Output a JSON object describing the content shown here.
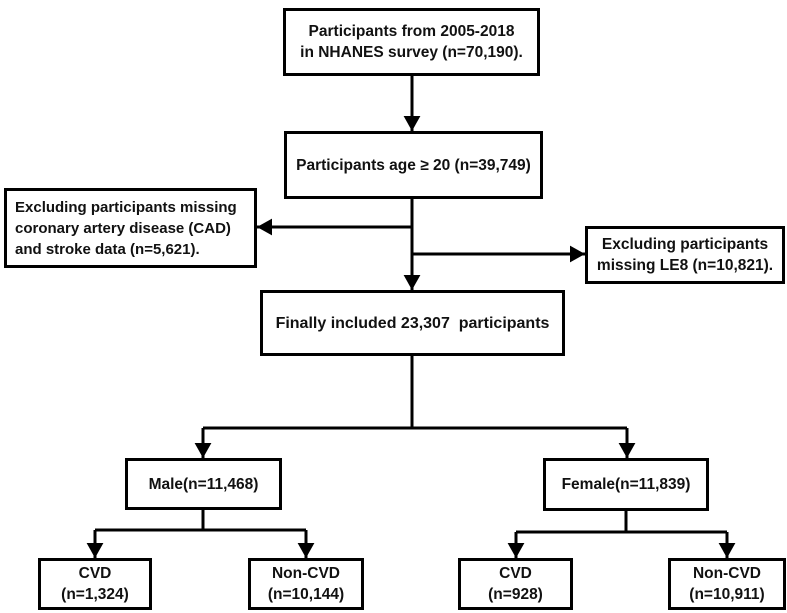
{
  "diagram": {
    "description": "Participant selection flowchart, NHANES 2005-2018",
    "nodes": {
      "nhanes": {
        "lines": [
          "Participants from 2005-2018",
          "in NHANES survey (n=70,190)."
        ]
      },
      "age20": {
        "lines": [
          "Participants age ≥ 20 (n=39,749)"
        ]
      },
      "exclude_cad": {
        "lines": [
          "Excluding participants missing",
          "coronary artery disease (CAD)",
          "and stroke data (n=5,621)."
        ]
      },
      "exclude_le8": {
        "lines": [
          "Excluding participants",
          "missing LE8 (n=10,821)."
        ]
      },
      "included": {
        "lines": [
          "Finally included 23,307  participants"
        ]
      },
      "male": {
        "lines": [
          "Male(n=11,468)"
        ]
      },
      "female": {
        "lines": [
          "Female(n=11,839)"
        ]
      },
      "male_cvd": {
        "lines": [
          "CVD",
          "(n=1,324)"
        ]
      },
      "male_noncvd": {
        "lines": [
          "Non-CVD",
          "(n=10,144)"
        ]
      },
      "female_cvd": {
        "lines": [
          "CVD",
          "(n=928)"
        ]
      },
      "female_noncvd": {
        "lines": [
          "Non-CVD",
          "(n=10,911)"
        ]
      }
    },
    "colors": {
      "line": "#000000",
      "box_border": "#000000",
      "box_fill": "#ffffff",
      "text": "#111111",
      "page_bg": "#ffffff"
    }
  }
}
